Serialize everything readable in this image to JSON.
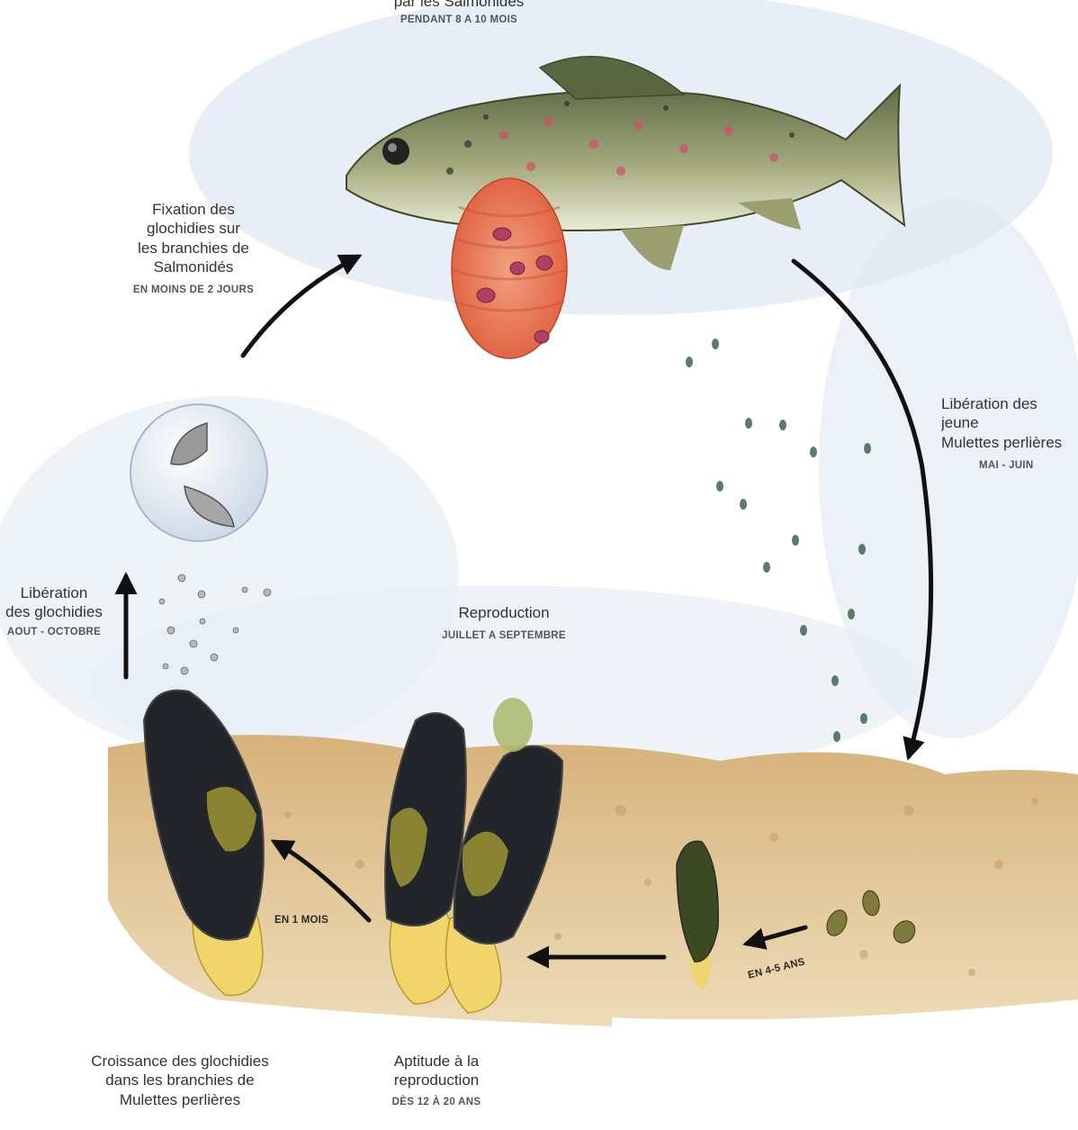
{
  "labels": {
    "top": {
      "title_fragment": "par les Salmonidés",
      "caption": "PENDANT 8 A 10 MOIS"
    },
    "fixation": {
      "title": "Fixation des\nglochidies sur\nles branchies de\nSalmonidés",
      "caption": "EN MOINS DE 2 JOURS"
    },
    "liberation_jeunes": {
      "title": "Libération des jeune\nMulettes perlières",
      "caption": "MAI - JUIN"
    },
    "liberation_glochidies": {
      "title": "Libération\ndes glochidies",
      "caption": "AOUT - OCTOBRE"
    },
    "reproduction": {
      "title": "Reproduction",
      "caption": "JUILLET A SEPTEMBRE"
    },
    "croissance": {
      "title": "Croissance des glochidies\ndans les branchies de\nMulettes perlières"
    },
    "aptitude": {
      "title": "Aptitude à la\nreproduction",
      "caption": "DÈS 12 À 20 ANS"
    },
    "en_1_mois": "EN 1 MOIS",
    "en_4_5_ans": "EN 4-5 ANS"
  },
  "colors": {
    "water": "#dfe8f3",
    "sediment": "#e2c796",
    "mussel_shell": "#22252a",
    "mussel_foot": "#f1d46a",
    "fish_body": "#7d8a5c",
    "gill": "#e8785a",
    "arrow": "#111111"
  }
}
